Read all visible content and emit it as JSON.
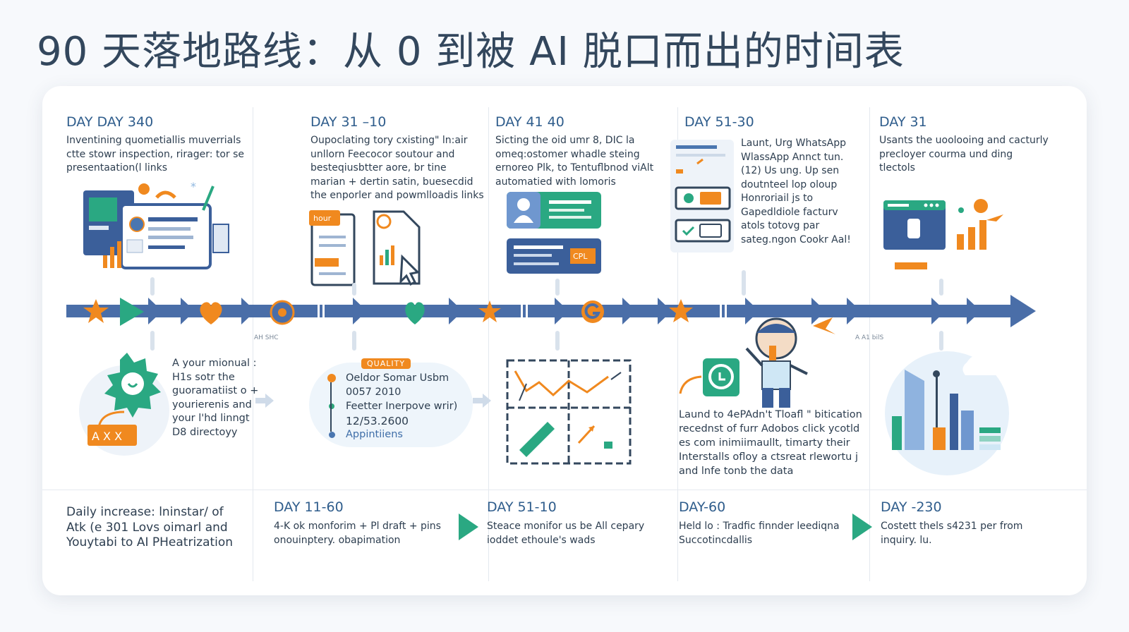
{
  "title": "90 天落地路线：从 0 到被 AI 脱口而出的时间表",
  "phases": [
    {
      "day": "DAY DAY 340",
      "text": "Inventining quometiallis muverrials ctte stowr inspection, rirager: tor se presentaation(l links"
    },
    {
      "day": "DAY 31 –10",
      "text": "Oupoclating tory cxisting\" ln:air unllorn Feecocor soutour and besteqiusbtter aore, br tine marian + dertin satin, buesecdid the enporler and powmlloadis links"
    },
    {
      "day": "DAY 41 40",
      "text": "Sicting the oid umr 8, DIC la omeq:ostomer whadle steing ernoreo Plk, to Tentuflbnod viAlt automatied with lomoris"
    },
    {
      "day": "DAY 51-30",
      "text": "Launt, Urg WhatsApp WlassApp Annct tun. (12) Us ung. Up sen doutnteel lop oloup Honroriail js to Gapedldiole facturv atols totovg par sateg.ngon Cookr Aal!"
    },
    {
      "day": "DAY 31",
      "text": "Usants the uoolooing and cacturly precloyer courma und ding tlectols"
    }
  ],
  "middle": {
    "left_text": "A your mionual : H1s sotr the guoramatiist o + yourierenis and your l'hd linngt D8 directoyy",
    "quality_badge": "QUALITY",
    "quality_items": [
      {
        "text": "Oeldor Somar Usbm",
        "color": "#f0891f"
      },
      {
        "text": "0057 2010",
        "color": ""
      },
      {
        "text": "Feetter Inerpove wrir)",
        "color": "#2ba57a"
      },
      {
        "text": "12/53.2600",
        "color": ""
      },
      {
        "text": "Appintiiens",
        "color": "#4a76b0"
      }
    ],
    "right_text": "Laund to 4ePAdn't Tloafl \" bitication recednst of furr Adobos click ycotld es com inimiimaullt, timarty their Interstalls ofloy a ctsreat rlewortu j and lnfe tonb the data",
    "axis_notes": [
      "AH SHC",
      "A A1 bilS"
    ]
  },
  "bottom": [
    {
      "day": "",
      "text": "Daily increase: lninstar/ of Atk (e 301 Lovs oimarl and Youytabi to AI PHeatrization"
    },
    {
      "day": "DAY 11-60",
      "text": "4-K ok monforim + Pl draft + pins onouinptery. obapimation"
    },
    {
      "day": "DAY 51-10",
      "text": "Steace monifor us be All cepary ioddet ethoule's wads"
    },
    {
      "day": "DAY-60",
      "text": "Held lo : Tradfic finnder leediqna Succotincdallis"
    },
    {
      "day": "DAY -230",
      "text": "Costett thels s4231 per from inquiry. lu."
    }
  ],
  "icons": {
    "p1": [
      "dashboard-illustration-icon",
      "bar-chart-icon",
      "wrench-icon"
    ],
    "p2": [
      "document-hour-icon",
      "document-chart-cursor-icon"
    ],
    "p3": [
      "profile-card-icon",
      "info-card-icon"
    ],
    "p4": [
      "checklist-panel-icon"
    ],
    "p5": [
      "browser-analytics-icon",
      "bar-chart-icon"
    ],
    "timeline": [
      "star-marker-icon",
      "play-marker-icon",
      "heart-marker-icon",
      "g-logo-marker-icon",
      "coin-marker-icon"
    ],
    "mid": [
      "gear-tools-icon",
      "map-grid-icon",
      "message-logo-icon",
      "person-illustration-icon",
      "bar-chart-circle-icon"
    ]
  },
  "colors": {
    "accent_blue": "#4a6ea8",
    "accent_orange": "#f0891f",
    "accent_teal": "#2aa882",
    "title": "#33475d"
  },
  "label_hour": "hour",
  "label_cpl": "CPL"
}
